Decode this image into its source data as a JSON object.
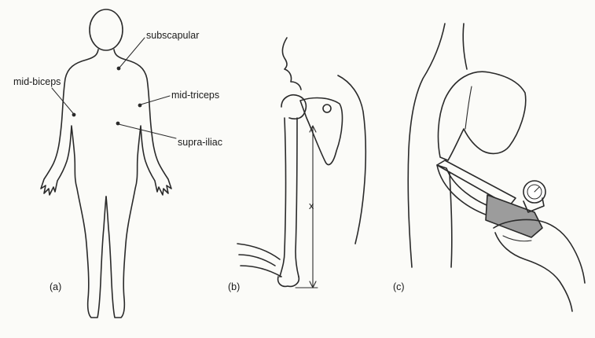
{
  "panels": {
    "a": {
      "label": "(a)"
    },
    "b": {
      "label": "(b)"
    },
    "c": {
      "label": "(c)"
    }
  },
  "sites": {
    "subscapular": "subscapular",
    "mid_biceps": "mid-biceps",
    "mid_triceps": "mid-triceps",
    "supra_iliac": "supra-iliac"
  },
  "measure": {
    "x_label": "x"
  }
}
